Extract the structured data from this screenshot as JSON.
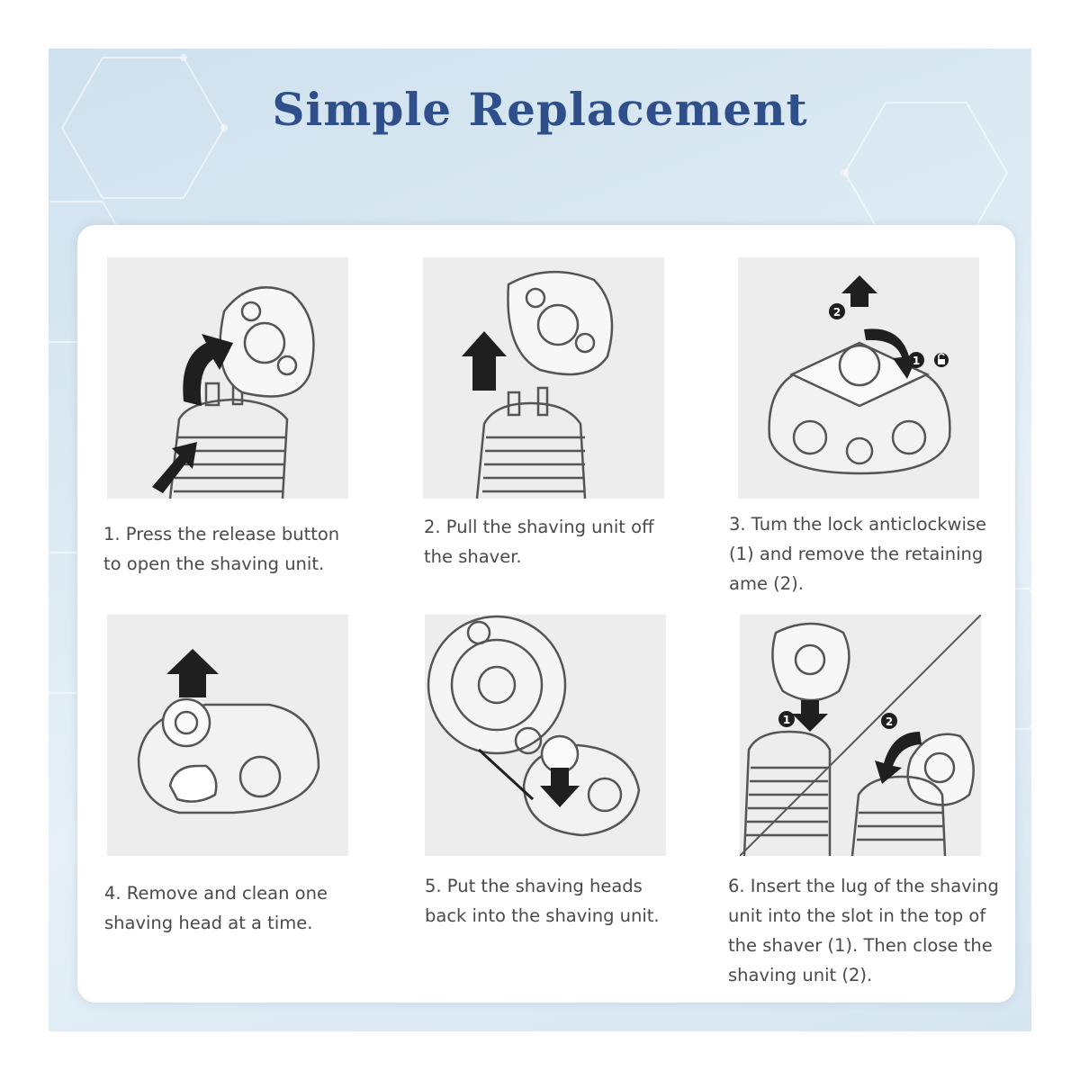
{
  "title": "Simple Replacement",
  "steps": [
    {
      "caption": "1. Press the release button\nto open the shaving unit.",
      "illustration": "open-shaving-unit-illustration"
    },
    {
      "caption": "2. Pull the shaving unit off\nthe shaver.",
      "illustration": "pull-shaving-unit-illustration"
    },
    {
      "caption": "3. Tum the lock anticlockwise\n(1) and remove the retaining\name (2).",
      "illustration": "turn-lock-illustration"
    },
    {
      "caption": "4. Remove and clean one\nshaving head at a time.",
      "illustration": "remove-shaving-head-illustration"
    },
    {
      "caption": "5. Put the shaving heads\nback into the shaving unit.",
      "illustration": "insert-shaving-heads-illustration"
    },
    {
      "caption": "6. Insert the lug of the shaving\nunit into the slot in the top of\nthe shaver (1). Then close the\n shaving unit (2).",
      "illustration": "close-shaving-unit-illustration"
    }
  ],
  "markers": {
    "one": "1",
    "two": "2"
  },
  "colors": {
    "title": "#2e4f8a",
    "caption": "#4a4a4a",
    "illustration_bg": "#ededed",
    "line_art": "#555555",
    "arrow": "#1f1f1f"
  }
}
